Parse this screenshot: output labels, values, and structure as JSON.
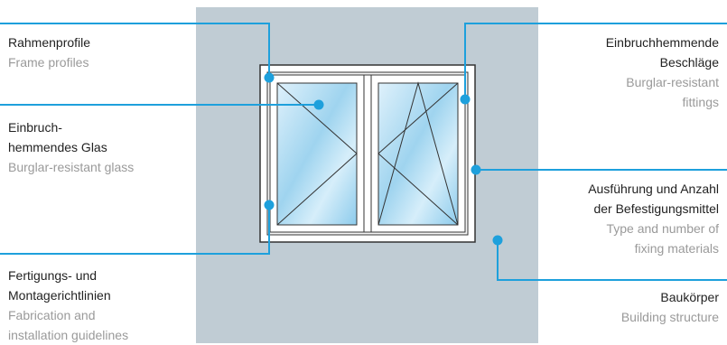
{
  "colors": {
    "accent": "#1ea0dc",
    "wall": "#c0ccd4",
    "frame": "#ffffff",
    "glass_light": "#dff1fb",
    "glass_dark": "#8ccbec",
    "text_de": "#222222",
    "text_en": "#9a9a9a"
  },
  "labels": {
    "rahmenprofile": {
      "de": "Rahmenprofile",
      "en": "Frame profiles"
    },
    "glas": {
      "de_line1": "Einbruch-",
      "de_line2": "hemmendes Glas",
      "en": "Burglar-resistant glass"
    },
    "fertigung": {
      "de_line1": "Fertigungs- und",
      "de_line2": "Montagerichtlinien",
      "en_line1": "Fabrication and",
      "en_line2": "installation guidelines"
    },
    "beschlaege": {
      "de_line1": "Einbruchhemmende",
      "de_line2": "Beschläge",
      "en_line1": "Burglar-resistant",
      "en_line2": "fittings"
    },
    "befestigung": {
      "de_line1": "Ausführung und Anzahl",
      "de_line2": "der Befestigungsmittel",
      "en_line1": "Type and number of",
      "en_line2": "fixing materials"
    },
    "baukoerper": {
      "de": "Baukörper",
      "en": "Building structure"
    }
  }
}
